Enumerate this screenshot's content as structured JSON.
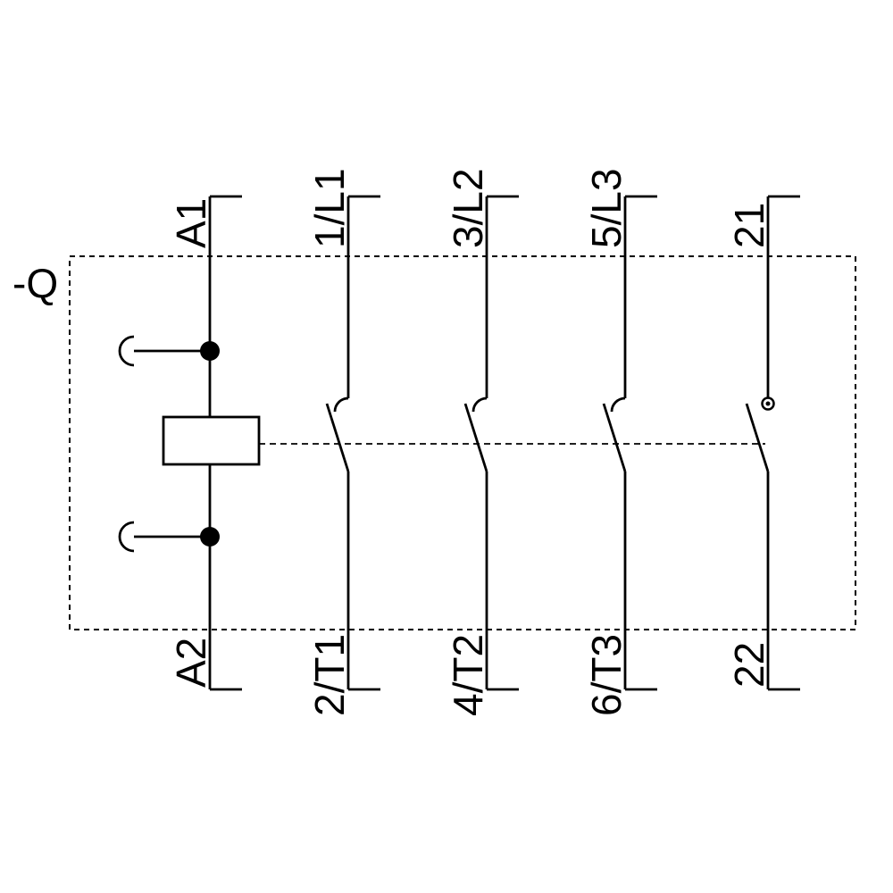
{
  "diagram": {
    "device_label": "-Q",
    "terminals": {
      "top": [
        "A1",
        "1/L1",
        "3/L2",
        "5/L3",
        "21"
      ],
      "bottom": [
        "A2",
        "2/T1",
        "4/T2",
        "6/T3",
        "22"
      ]
    },
    "colors": {
      "line": "#000000",
      "background": "#ffffff"
    }
  }
}
